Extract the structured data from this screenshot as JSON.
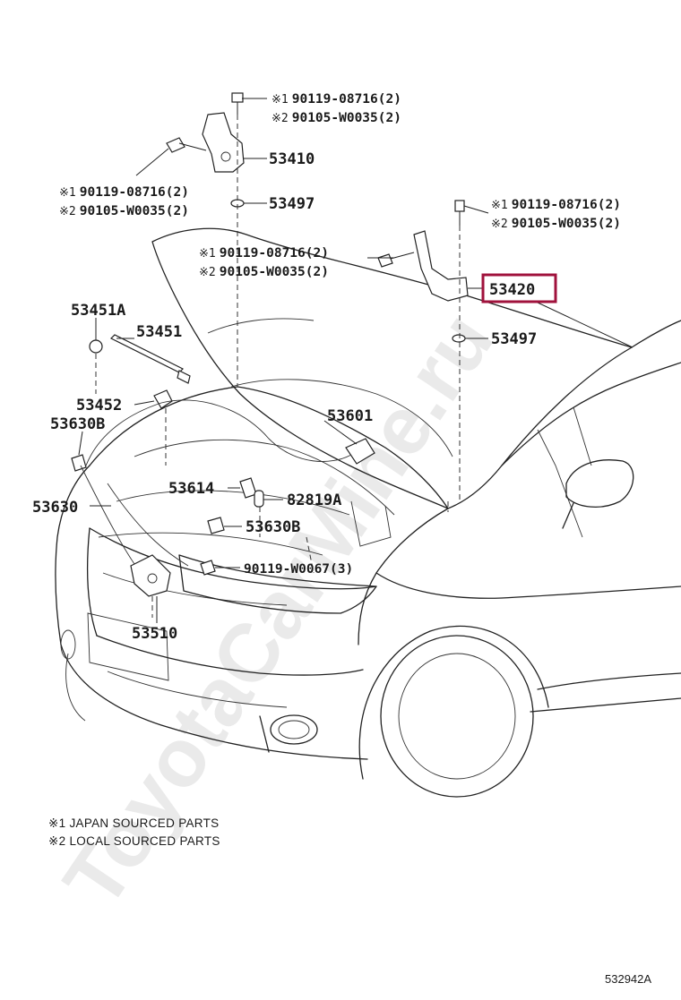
{
  "watermark": "ToyotaCarMine.ru",
  "diagram_code": "532942A",
  "legend": {
    "line1": "※1 JAPAN SOURCED PARTS",
    "line2": "※2 LOCAL SOURCED PARTS"
  },
  "bolt_notes": {
    "top_line1_mark": "※1",
    "top_line1_part": "90119-08716(2)",
    "top_line2_mark": "※2",
    "top_line2_part": "90105-W0035(2)",
    "left_line1_mark": "※1",
    "left_line1_part": "90119-08716(2)",
    "left_line2_mark": "※2",
    "left_line2_part": "90105-W0035(2)",
    "mid_line1_mark": "※1",
    "mid_line1_part": "90119-08716(2)",
    "mid_line2_mark": "※2",
    "mid_line2_part": "90105-W0035(2)",
    "right_line1_mark": "※1",
    "right_line1_part": "90119-08716(2)",
    "right_line2_mark": "※2",
    "right_line2_part": "90105-W0035(2)"
  },
  "parts": {
    "p53410": "53410",
    "p53497_top": "53497",
    "p53420": "53420",
    "p53497_right": "53497",
    "p53451A": "53451A",
    "p53451": "53451",
    "p53452": "53452",
    "p53630B_left": "53630B",
    "p53601": "53601",
    "p53614": "53614",
    "p82819A": "82819A",
    "p53630": "53630",
    "p53630B_mid": "53630B",
    "p90119W0067": "90119-W0067(3)",
    "p53510": "53510"
  },
  "highlight": {
    "part": "53420",
    "color": "#a0123c"
  }
}
